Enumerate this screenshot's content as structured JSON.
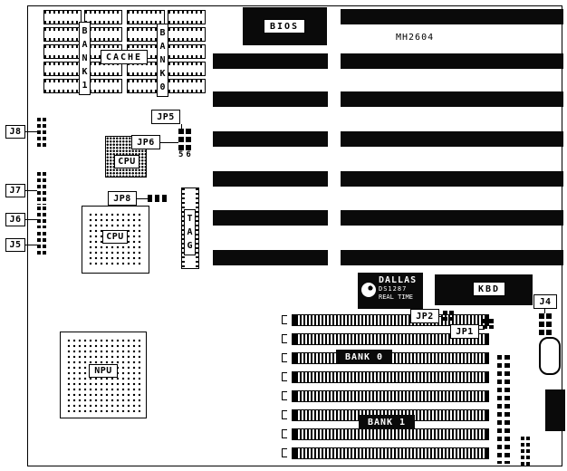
{
  "memory_top": {
    "bank1": "BANK1",
    "bank0": "BANK0",
    "cache": "CACHE"
  },
  "chips": {
    "bios": "BIOS",
    "board_model": "MH2604",
    "cpu_qfp": "CPU",
    "cpu_pga": "CPU",
    "tag": "TAG",
    "npu": "NPU",
    "kbd": "KBD",
    "rtc": {
      "brand": "DALLAS",
      "part": "DS1287",
      "type": "REAL TIME"
    }
  },
  "connectors": {
    "j8": "J8",
    "j7": "J7",
    "j6": "J6",
    "j5": "J5",
    "j4": "J4"
  },
  "jumpers": {
    "jp5": "JP5",
    "jp6": "JP6",
    "jp8": "JP8",
    "jp2": "JP2",
    "jp1": "JP1",
    "jp5_pin_numbers": "56"
  },
  "simm_banks": {
    "bank0": "BANK 0",
    "bank1": "BANK 1"
  }
}
